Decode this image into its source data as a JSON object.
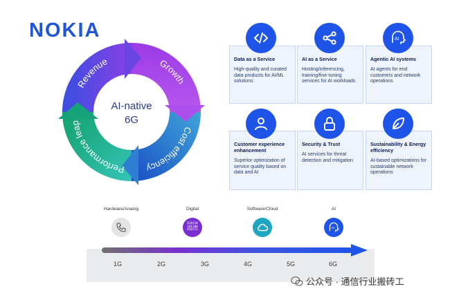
{
  "brand": {
    "logo_text": "NOKIA"
  },
  "cycle": {
    "center": [
      "AI-native",
      "6G"
    ],
    "segments": [
      "Revenue",
      "Growth",
      "Cost efficiency",
      "Performance leap"
    ]
  },
  "cards": [
    {
      "icon": "code-icon",
      "title": "Data as a Service",
      "desc": "High-quality and curated data products for AI/ML solutions"
    },
    {
      "icon": "share-icon",
      "title": "AI as a Service",
      "desc": "Hosting/inferencing, training/fine-tuning services for AI workloads"
    },
    {
      "icon": "ai-head-icon",
      "title": "Agentic AI systems",
      "desc": "AI agents for end customers and network operations"
    },
    {
      "icon": "person-icon",
      "title": "Customer experience enhancement",
      "desc": "Superior optimization of service quality based on data and AI"
    },
    {
      "icon": "lock-icon",
      "title": "Security & Trust",
      "desc": "AI services for threat detection and mitigation"
    },
    {
      "icon": "leaf-icon",
      "title": "Sustainability & Energy efficiency",
      "desc": "AI-based optimizations for sustainable network operations"
    }
  ],
  "eras": [
    {
      "label": "Hardware/Analog",
      "icon": "phone-icon"
    },
    {
      "label": "Digital",
      "icon": "binary-icon",
      "binary": [
        "010110",
        "101100",
        "010111"
      ]
    },
    {
      "label": "Software/Cloud",
      "icon": "cloud-icon"
    },
    {
      "label": "AI",
      "icon": "ai-head-icon"
    }
  ],
  "generations": [
    "1G",
    "2G",
    "3G",
    "4G",
    "5G",
    "6G"
  ],
  "watermark": "公众号 · 通信行业搬砖工",
  "colors": {
    "brand_blue": "#1f55d6",
    "icon_blue": "#1e55e8",
    "card_bg": "#eef3fc"
  }
}
